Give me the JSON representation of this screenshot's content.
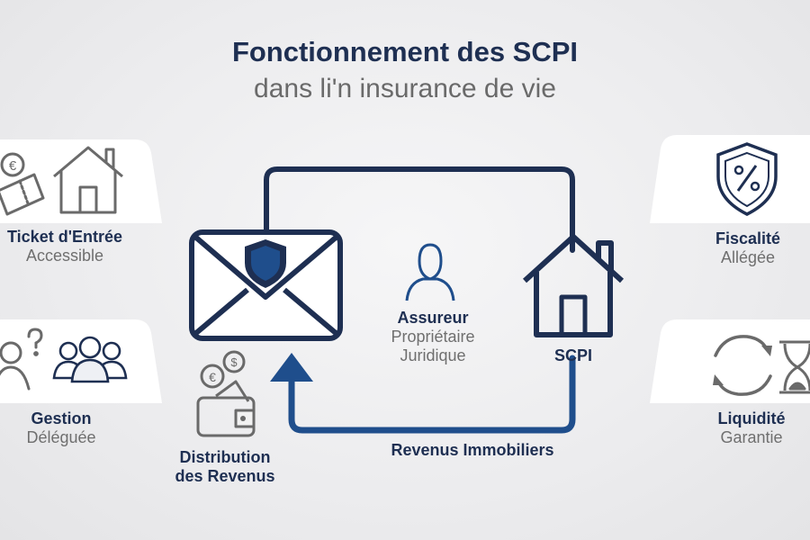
{
  "header": {
    "title": "Fonctionnement des SCPI",
    "subtitle": "dans li'n insurance de vie"
  },
  "features": {
    "ticket": {
      "title": "Ticket d'Entrée",
      "subtitle": "Accessible"
    },
    "gestion": {
      "title": "Gestion",
      "subtitle": "Déléguée"
    },
    "fiscalite": {
      "title": "Fiscalité",
      "subtitle": "Allégée"
    },
    "liquidite": {
      "title": "Liquidité",
      "subtitle": "Garantie"
    }
  },
  "center": {
    "assureur": {
      "title": "Assureur",
      "line2": "Propriétaire",
      "line3": "Juridique"
    },
    "scpi": "SCPI",
    "revenus": "Revenus Immobiliers",
    "distribution": {
      "line1": "Distribution",
      "line2": "des Revenus"
    }
  },
  "colors": {
    "navy": "#1e2f52",
    "blue": "#1f4e8c",
    "gray": "#6f6f6f",
    "icon_gray": "#6a6a6a"
  },
  "icons": [
    "euro-ticket-icon",
    "house-icon",
    "question-person-icon",
    "group-icon",
    "envelope-shield-icon",
    "person-icon",
    "scpi-house-icon",
    "wallet-coins-icon",
    "shield-percent-icon",
    "refresh-icon",
    "hourglass-icon"
  ]
}
